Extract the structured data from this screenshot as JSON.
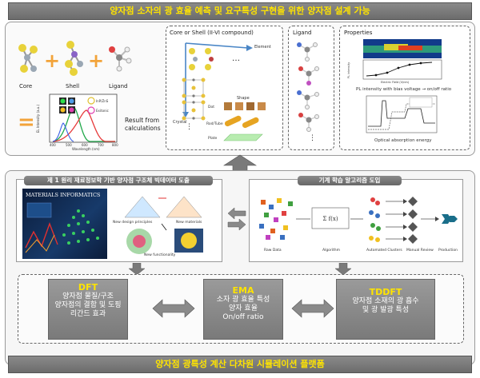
{
  "top_title": "양자점 소자의 광 효율 예측 및 요구특성 구현을 위한 양자점 설계 가능",
  "bottom_title": "양자점 광특성 계산 다차원 시뮬레이션 플랫폼",
  "components": {
    "core": "Core",
    "shell": "Shell",
    "ligand": "Ligand",
    "result": "Result from\ncalculations"
  },
  "spectrum": {
    "ylabel": "EL Intensity (a.u.)",
    "xlabel": "Wavelength (nm)",
    "legend": [
      "InP/ZnS",
      "Exitonic"
    ],
    "xticks": [
      "400",
      "500",
      "600",
      "700",
      "800"
    ]
  },
  "core_shell_box": {
    "title": "Core or Shell (II-VI compound)",
    "element": "Element",
    "crystal": "Crystal",
    "shape": "Shape",
    "dot": "Dot",
    "rod": "Rod/Tube",
    "plate": "Plate"
  },
  "ligand_box": {
    "title": "Ligand"
  },
  "properties_box": {
    "title": "Properties",
    "pl_caption": "PL intensity with bias voltage  → on/off ratio",
    "opt_caption": "Optical absorption energy",
    "plot_xlabel": "Electric Field (V/nm)",
    "plot_ylabel": "PL intensity"
  },
  "left_panel_header": "제 1 원리 재료정보학 기반 양자점 구조체 빅데이터 도출",
  "right_panel_header": "기계 학습 알고리즘 도입",
  "materials_informatics": "MATERIALS INFORMATICS",
  "mi_labels": [
    "New design principles",
    "New materials",
    "New functionality"
  ],
  "ml_labels": [
    "Raw Data",
    "Algorithm",
    "Automated Clusters",
    "Manual Review",
    "Production"
  ],
  "methods": [
    {
      "title": "DFT",
      "lines": [
        "양자점 물질/구조",
        "양자점의 결함 및 도핑",
        "리간드 효과"
      ]
    },
    {
      "title": "EMA",
      "lines": [
        "소자 광 효율 특성",
        "양자 효율",
        "On/off ratio"
      ]
    },
    {
      "title": "TDDFT",
      "lines": [
        "양자점 소재의 광 흡수",
        "및 광 발광 특성"
      ]
    }
  ],
  "colors": {
    "banner_text": "#ffe400",
    "plus": "#f2a33a",
    "equals": "#f2a33a"
  }
}
